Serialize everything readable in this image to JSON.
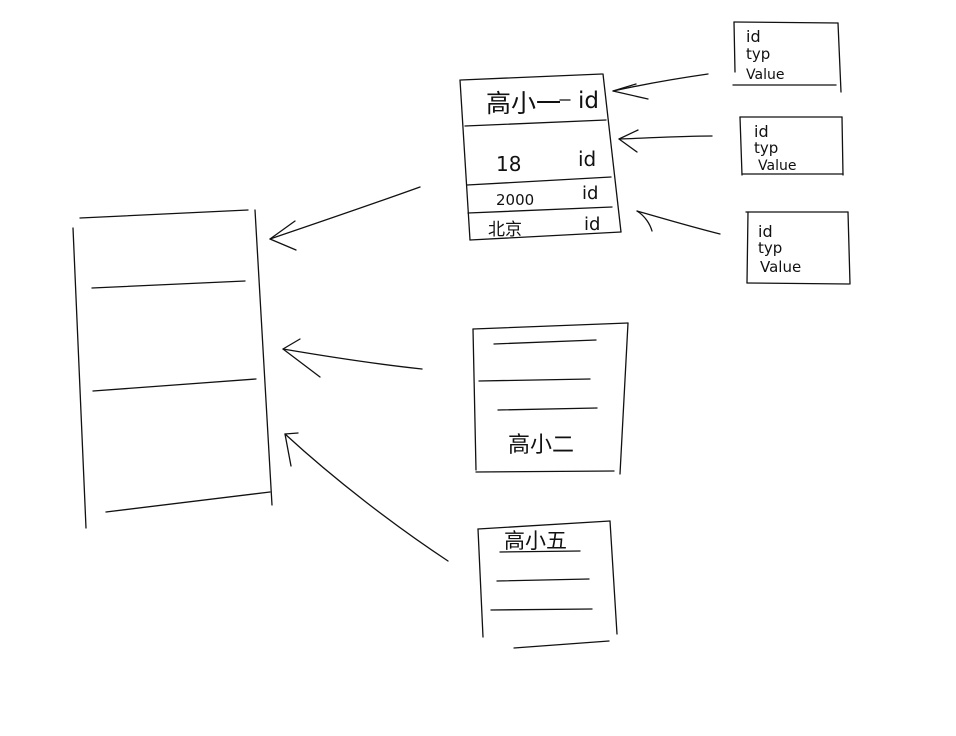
{
  "diagram": {
    "ink_color": "#111111",
    "background": "#ffffff",
    "record_1": {
      "name_label": "高小一",
      "name_field_tag": "id",
      "rows": [
        {
          "value": "18",
          "tag": "id"
        },
        {
          "value": "2000",
          "tag": "id"
        },
        {
          "value": "北京",
          "tag": "id"
        }
      ]
    },
    "record_2": {
      "name_label": "高小二"
    },
    "record_3": {
      "name_label": "高小五"
    },
    "field_cards": [
      {
        "line1": "id",
        "line2": "typ",
        "line3": "Value"
      },
      {
        "line1": "id",
        "line2": "typ",
        "line3": "Value"
      },
      {
        "line1": "id",
        "line2": "typ",
        "line3": "Value"
      }
    ]
  }
}
